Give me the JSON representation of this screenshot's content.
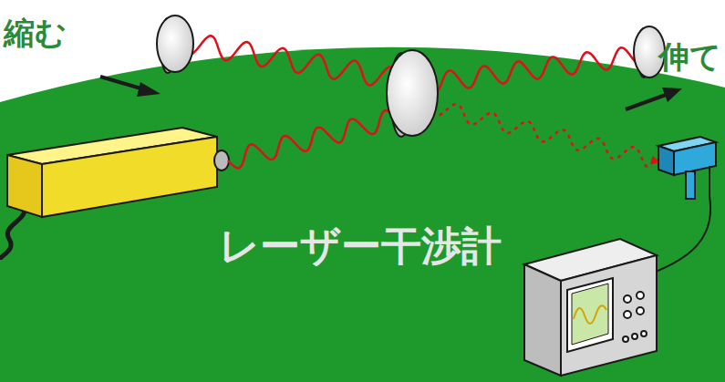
{
  "diagram": {
    "labels": [
      "縮む",
      "伸て",
      "レーザー干渉計"
    ]
  }
}
